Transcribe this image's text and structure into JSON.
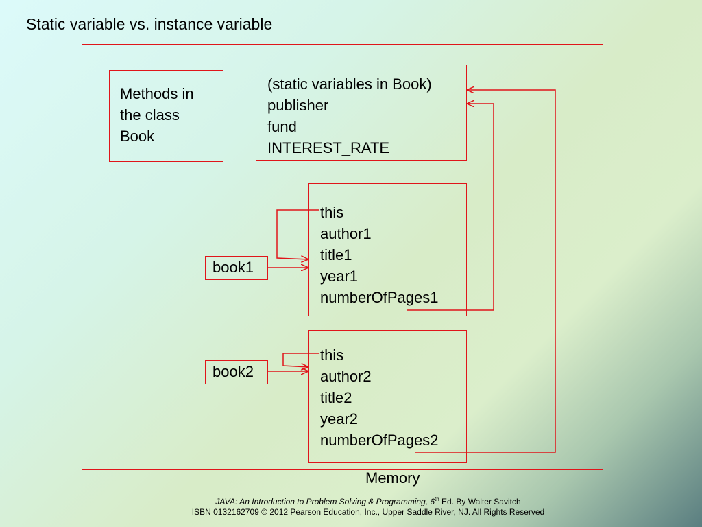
{
  "title": "Static variable vs. instance variable",
  "methods_box": {
    "lines": [
      "Methods in",
      "the class",
      "Book"
    ]
  },
  "static_box": {
    "lines": [
      "(static variables in Book)",
      "publisher",
      "fund",
      "INTEREST_RATE"
    ]
  },
  "object1": {
    "lines": [
      "this",
      "author1",
      "title1",
      "year1",
      "numberOfPages1"
    ]
  },
  "object2": {
    "lines": [
      "this",
      "author2",
      "title2",
      "year2",
      "numberOfPages2"
    ]
  },
  "refs": {
    "book1": "book1",
    "book2": "book2"
  },
  "memory_label": "Memory",
  "footer": {
    "line1_italic": "JAVA: An Introduction to Problem Solving & Programming, 6",
    "line1_sup": "th",
    "line1_rest": " Ed. By Walter Savitch",
    "line2": "ISBN 0132162709 © 2012 Pearson Education, Inc., Upper Saddle River, NJ. All Rights Reserved"
  },
  "colors": {
    "line": "#e0151a"
  }
}
